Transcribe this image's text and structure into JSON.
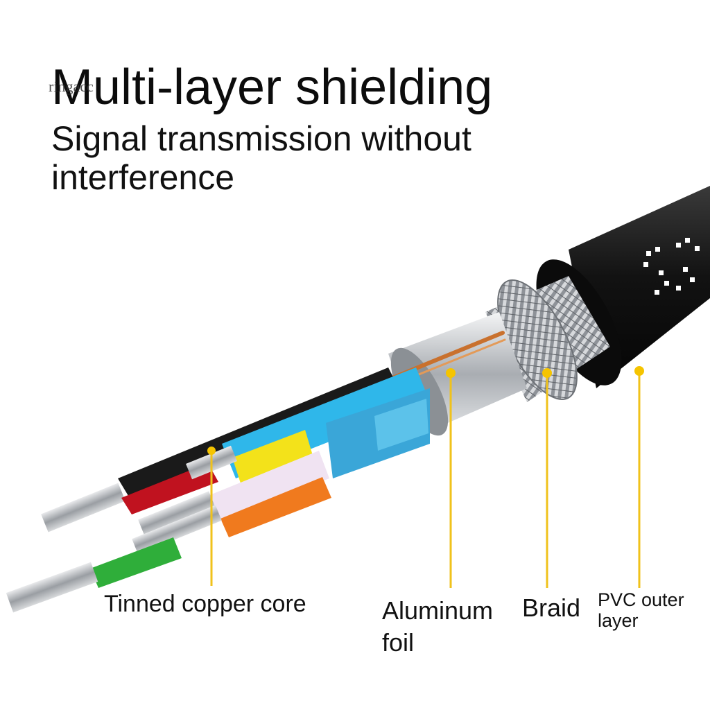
{
  "watermark": "ringacc",
  "heading": {
    "title": "Multi-layer shielding",
    "subtitle": "Signal transmission without interference"
  },
  "layers": [
    {
      "id": "core",
      "label": "Tinned copper core"
    },
    {
      "id": "foil",
      "label": "Aluminum foil"
    },
    {
      "id": "braid",
      "label": "Braid"
    },
    {
      "id": "pvc",
      "label": "PVC outer layer"
    }
  ],
  "colors": {
    "leader_line": "#f0c21b",
    "leader_dot": "#f5c400",
    "jacket": "#141414",
    "wire_blue": "#2fb7ea",
    "wire_yellow": "#f3e21a",
    "wire_white": "#f0e3f2",
    "wire_orange": "#f07a1e",
    "wire_green": "#2fae3a",
    "wire_red": "#c0121f",
    "wire_black": "#1a1a1a",
    "copper": "#c9712e",
    "foil": "#c8ccd0"
  }
}
